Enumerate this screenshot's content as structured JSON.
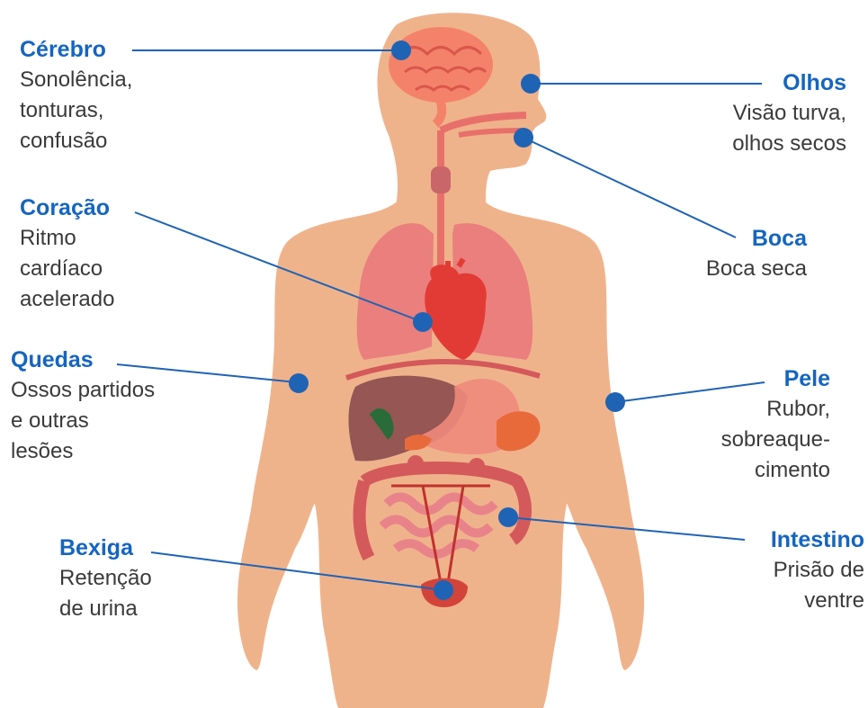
{
  "colors": {
    "label_title": "#1565c0",
    "description": "#3a3a3a",
    "marker": "#1f63b5",
    "skin": "#efb38c",
    "organ_red": "#e23b35",
    "lung": "#e9767a",
    "liver": "#8b4b4e",
    "intestine": "#d4595b"
  },
  "labels": [
    {
      "id": "cerebro",
      "title": "Cérebro",
      "desc": "Sonolência,\ntonturas,\nconfusão",
      "organ": "brain-icon"
    },
    {
      "id": "coracao",
      "title": "Coração",
      "desc": "Ritmo\ncardíaco\nacelerado",
      "organ": "heart-icon"
    },
    {
      "id": "quedas",
      "title": "Quedas",
      "desc": "Ossos partidos\ne outras\nlesões",
      "organ": "arm-icon"
    },
    {
      "id": "bexiga",
      "title": "Bexiga",
      "desc": "Retenção\nde urina",
      "organ": "bladder-icon"
    },
    {
      "id": "olhos",
      "title": "Olhos",
      "desc": "Visão turva,\nolhos secos",
      "organ": "eye-icon"
    },
    {
      "id": "boca",
      "title": "Boca",
      "desc": "Boca seca",
      "organ": "mouth-icon"
    },
    {
      "id": "pele",
      "title": "Pele",
      "desc": "Rubor,\nsobreaque-\ncimento",
      "organ": "skin-icon"
    },
    {
      "id": "intestino",
      "title": "Intestino",
      "desc": "Prisão de\nventre",
      "organ": "intestine-icon"
    }
  ]
}
